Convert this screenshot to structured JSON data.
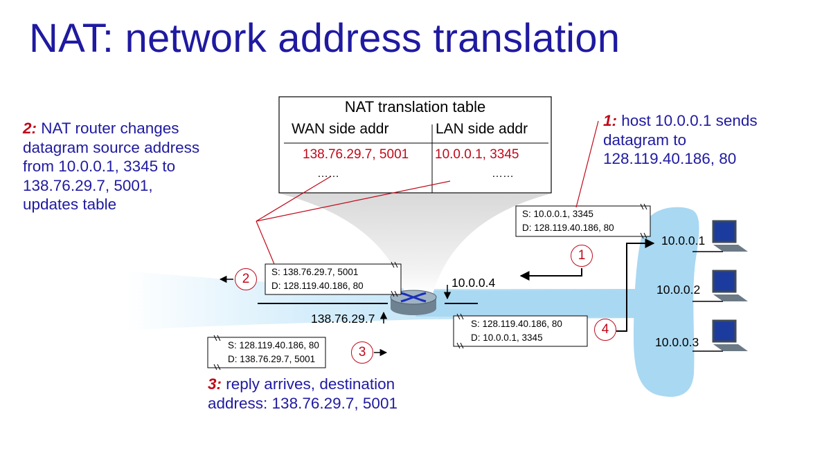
{
  "title": "NAT: network address translation",
  "nat_table": {
    "title": "NAT translation table",
    "col_wan": "WAN side addr",
    "col_lan": "LAN side addr",
    "row_wan": "138.76.29.7, 5001",
    "row_lan": "10.0.0.1, 3345",
    "more_wan": "……",
    "more_lan": "……"
  },
  "notes": {
    "step2": {
      "num": "2:",
      "lines": [
        "NAT router changes",
        "datagram source address",
        "from 10.0.0.1, 3345 to",
        "138.76.29.7, 5001,",
        "updates table"
      ]
    },
    "step1": {
      "num": "1:",
      "lines": [
        "host 10.0.0.1 sends",
        "datagram to",
        "128.119.40.186, 80"
      ]
    },
    "step3": {
      "num": "3:",
      "lines": [
        "reply arrives, destination",
        "address: 138.76.29.7, 5001"
      ]
    }
  },
  "packets": {
    "p1": {
      "s": "S: 10.0.0.1, 3345",
      "d": "D: 128.119.40.186, 80"
    },
    "p2": {
      "s": "S: 138.76.29.7, 5001",
      "d": "D: 128.119.40.186, 80"
    },
    "p3": {
      "s": "S: 128.119.40.186, 80",
      "d": "D: 138.76.29.7, 5001"
    },
    "p4": {
      "s": "S: 128.119.40.186, 80",
      "d": "D: 10.0.0.1, 3345"
    }
  },
  "steps": [
    "1",
    "2",
    "3",
    "4"
  ],
  "addresses": {
    "router_lan": "10.0.0.4",
    "router_wan": "138.76.29.7",
    "host1": "10.0.0.1",
    "host2": "10.0.0.2",
    "host3": "10.0.0.3"
  },
  "colors": {
    "title_blue": "#1f1aa0",
    "step_red": "#c0081a",
    "network_blue": "#a9d8f2"
  }
}
